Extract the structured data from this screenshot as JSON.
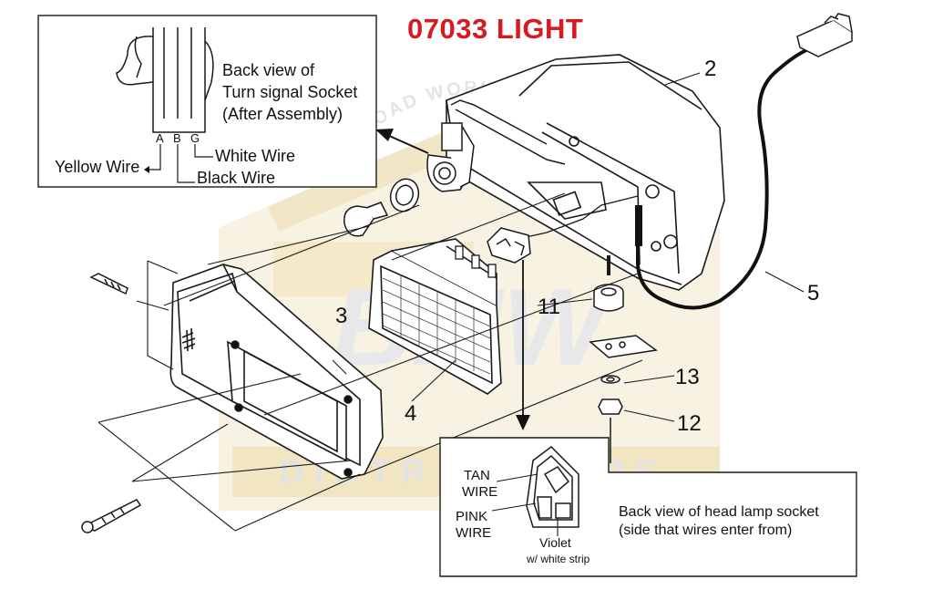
{
  "title": "07033 LIGHT",
  "watermark": {
    "arc_text": "ROAD WORKING PARTS",
    "brand": "BMW",
    "bottom_text": "DISTRIBUTORS"
  },
  "inset_turn_signal": {
    "caption_line1": "Back view of",
    "caption_line2": "Turn signal Socket",
    "caption_line3": "(After Assembly)",
    "pins": [
      "A",
      "B",
      "G"
    ],
    "yellow_label": "Yellow Wire",
    "black_label": "Black Wire",
    "white_label": "White Wire"
  },
  "inset_head_lamp": {
    "caption_line1": "Back view of head lamp socket",
    "caption_line2": "(side that wires enter from)",
    "tan_line1": "TAN",
    "tan_line2": "WIRE",
    "pink_line1": "PINK",
    "pink_line2": "WIRE",
    "violet_line1": "Violet",
    "violet_line2": "w/ white strip"
  },
  "callouts": {
    "c2": "2",
    "c3": "3",
    "c4": "4",
    "c5": "5",
    "c11": "11",
    "c12": "12",
    "c13": "13"
  },
  "colors": {
    "title": "#d71920",
    "line": "#1a1a1a",
    "watermark_gold": "#f3e7c4",
    "watermark_gray": "#e9e9ea"
  }
}
